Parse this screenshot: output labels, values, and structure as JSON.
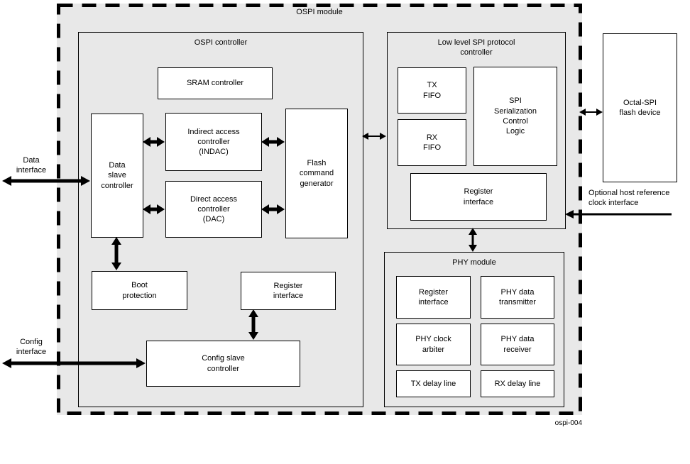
{
  "colors": {
    "module_fill": "#e8e8e8",
    "box_fill": "#ffffff",
    "line": "#000000"
  },
  "title": "OSPI module",
  "figure_id": "ospi-004",
  "external": {
    "data_interface": "Data\ninterface",
    "config_interface": "Config\ninterface",
    "host_clock": "Optional host reference\nclock interface",
    "flash_device": "Octal-SPI\nflash device"
  },
  "ospi_controller": {
    "title": "OSPI controller",
    "sram": "SRAM controller",
    "data_slave": "Data\nslave\ncontroller",
    "indac": "Indirect access\ncontroller\n(INDAC)",
    "dac": "Direct access\ncontroller\n(DAC)",
    "flash_cmd": "Flash\ncommand\ngenerator",
    "boot": "Boot\nprotection",
    "reg_if": "Register\ninterface",
    "config_slave": "Config slave\ncontroller"
  },
  "low_level_spi": {
    "title": "Low level SPI protocol\ncontroller",
    "tx_fifo": "TX\nFIFO",
    "rx_fifo": "RX\nFIFO",
    "serialization": "SPI\nSerialization\nControl\nLogic",
    "reg_if": "Register\ninterface"
  },
  "phy_module": {
    "title": "PHY module",
    "reg_if": "Register\ninterface",
    "data_tx": "PHY data\ntransmitter",
    "clock_arbiter": "PHY clock\narbiter",
    "data_rx": "PHY data\nreceiver",
    "tx_delay": "TX delay line",
    "rx_delay": "RX delay line"
  }
}
